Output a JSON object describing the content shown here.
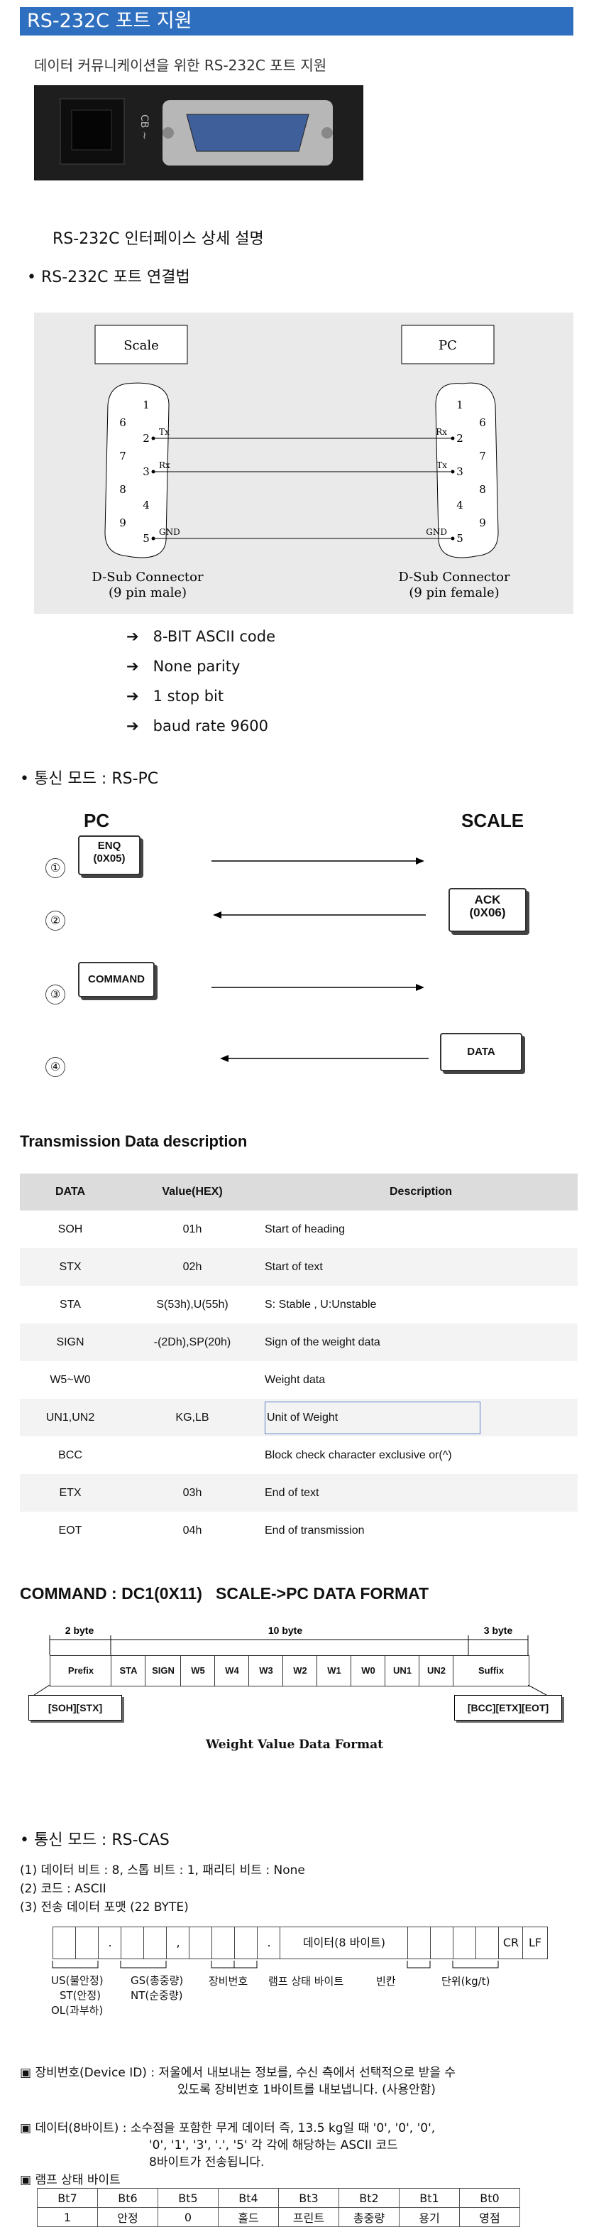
{
  "header": {
    "title": "RS-232C 포트 지원",
    "subtitle": "데이터 커뮤니케이션을 위한 RS-232C 포트 지원"
  },
  "interface": {
    "title": "RS-232C 인터페이스 상세 설명",
    "connect_heading": "RS-232C 포트 연결법",
    "scale_box": "Scale",
    "pc_box": "PC",
    "left_pins": [
      "1",
      "2",
      "3",
      "4",
      "5",
      "6",
      "7",
      "8",
      "9"
    ],
    "right_pins": [
      "1",
      "2",
      "3",
      "4",
      "5",
      "6",
      "7",
      "8",
      "9"
    ],
    "tx": "Tx",
    "rx": "Rx",
    "gnd": "GND",
    "left_caption": [
      "D-Sub Connector",
      "(9 pin male)"
    ],
    "right_caption": [
      "D-Sub Connector",
      "(9 pin female)"
    ]
  },
  "specs": [
    "8-BIT ASCII code",
    "None parity",
    "1 stop bit",
    "baud rate 9600"
  ],
  "mode_pc": {
    "heading": "통신 모드 : RS-PC",
    "pc": "PC",
    "scale": "SCALE",
    "enq": "ENQ",
    "enq_code": "(0X05)",
    "ack": "ACK",
    "ack_code": "(0X06)",
    "command": "COMMAND",
    "data": "DATA",
    "steps": [
      "①",
      "②",
      "③",
      "④"
    ]
  },
  "tdd": {
    "title": "Transmission Data description",
    "headers": [
      "DATA",
      "Value(HEX)",
      "Description"
    ],
    "rows": [
      [
        "SOH",
        "01h",
        "Start of heading"
      ],
      [
        "STX",
        "02h",
        "Start of text"
      ],
      [
        "STA",
        "S(53h),U(55h)",
        "S: Stable , U:Unstable"
      ],
      [
        "SIGN",
        "-(2Dh),SP(20h)",
        "Sign of the weight data"
      ],
      [
        "W5~W0",
        "",
        "Weight data"
      ],
      [
        "UN1,UN2",
        "KG,LB",
        "Unit of Weight"
      ],
      [
        "BCC",
        "",
        "Block check character exclusive or(^)"
      ],
      [
        "ETX",
        "03h",
        "End of text"
      ],
      [
        "EOT",
        "04h",
        "End of transmission"
      ]
    ]
  },
  "command": {
    "title": "COMMAND : DC1(0X11)   SCALE->PC DATA FORMAT",
    "byte2": "2 byte",
    "byte10": "10 byte",
    "byte3": "3 byte",
    "fields": [
      "Prefix",
      "STA",
      "SIGN",
      "W5",
      "W4",
      "W3",
      "W2",
      "W1",
      "W0",
      "UN1",
      "UN2",
      "Suffix"
    ],
    "prefix_label": "[SOH][STX]",
    "suffix_label": "[BCC][ETX][EOT]",
    "caption": "Weight Value Data Format"
  },
  "cas": {
    "heading": "통신 모드 : RS-CAS",
    "lines": [
      "(1) 데이터 비트 : 8, 스톱 비트 : 1, 패리티 비트 : None",
      "(2) 코드 : ASCII",
      "(3) 전송 데이터 포맷 (22 BYTE)"
    ],
    "cells": [
      "",
      "",
      "",
      "",
      "",
      ",",
      "",
      "",
      "",
      "",
      "",
      "",
      "",
      "",
      "",
      "",
      "CR",
      "LF"
    ],
    "data_cell": "데이터(8 바이트)",
    "dot": ".",
    "labels": {
      "us": "US(불안정)",
      "st": "ST(안정)",
      "ol": "OL(과부하)",
      "gs": "GS(총중량)",
      "nt": "NT(순중량)",
      "dev": "장비번호",
      "lamp": "램프 상태 바이트",
      "blank": "빈칸",
      "unit": "단위(kg/t)"
    },
    "note1": [
      "장비번호(Device ID) : 저울에서 내보내는 정보를, 수신 측에서 선택적으로 받을 수",
      "있도록 장비번호 1바이트를 내보냅니다. (사용안함)"
    ],
    "note2": [
      "데이터(8바이트) : 소수점을 포함한 무게 데이터 즉, 13.5 kg일 때  '0',  '0',  '0',",
      "'0',  '1',  '3',  '.',  '5'  각 각에 해당하는 ASCII 코드",
      "8바이트가 전송됩니다."
    ],
    "lamp_title": "램프 상태 바이트",
    "lamp_bits": [
      "Bt7",
      "Bt6",
      "Bt5",
      "Bt4",
      "Bt3",
      "Bt2",
      "Bt1",
      "Bt0"
    ],
    "lamp_vals": [
      "1",
      "안정",
      "0",
      "홀드",
      "프린트",
      "총중량",
      "용기",
      "영점"
    ]
  }
}
